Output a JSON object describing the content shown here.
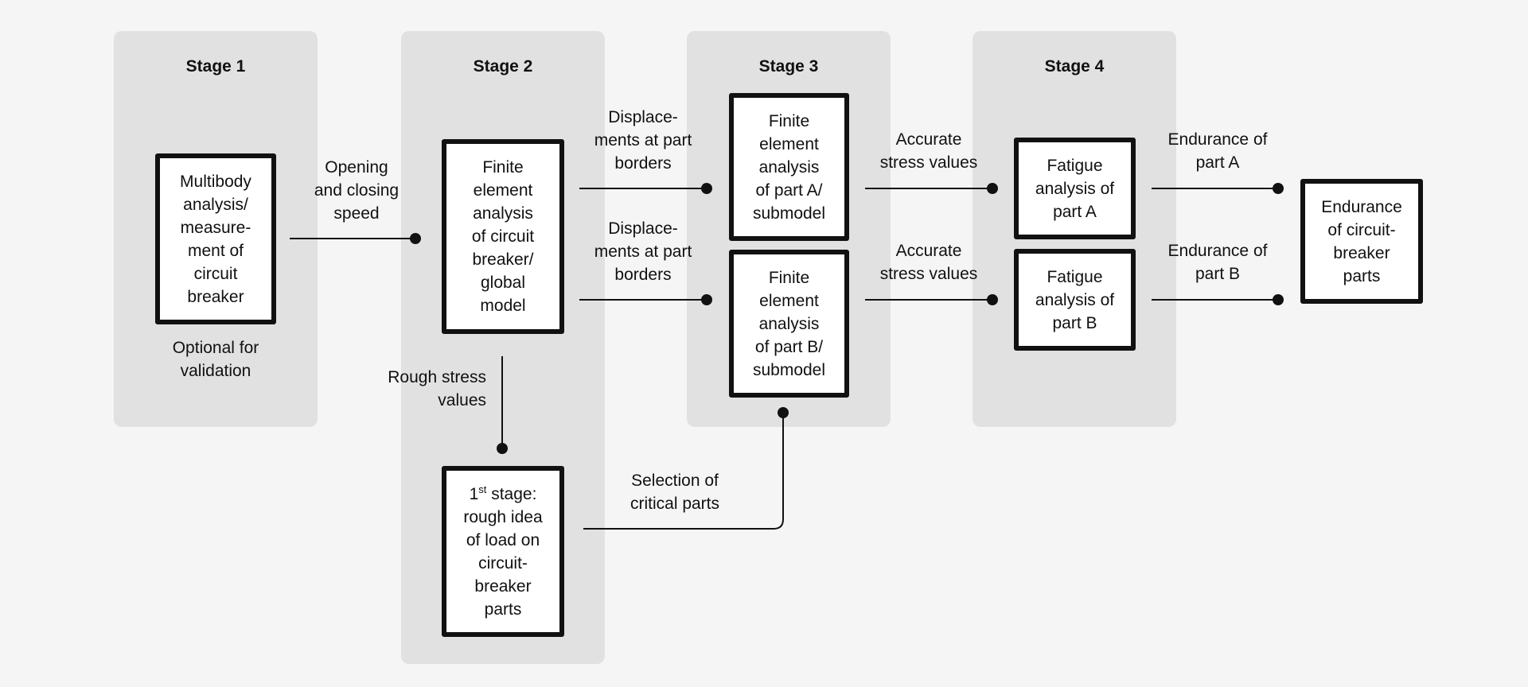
{
  "stages": [
    {
      "title": "Stage 1"
    },
    {
      "title": "Stage 2"
    },
    {
      "title": "Stage 3"
    },
    {
      "title": "Stage 4"
    }
  ],
  "boxes": {
    "multibody": "Multibody\nanalysis/\nmeasure-\nment of\ncircuit\nbreaker",
    "fea_global": "Finite\nelement\nanalysis\nof circuit\nbreaker/\nglobal\nmodel",
    "first_stage_sup": "st",
    "first_stage_num": "1",
    "first_stage_rest": " stage:\nrough idea\nof load on\ncircuit-\nbreaker\nparts",
    "fea_part_a": "Finite\nelement\nanalysis\nof part A/\nsubmodel",
    "fea_part_b": "Finite\nelement\nanalysis\nof part B/\nsubmodel",
    "fatigue_a": "Fatigue\nanalysis of\npart A",
    "fatigue_b": "Fatigue\nanalysis of\npart B",
    "endurance_total": "Endurance\nof circuit-\nbreaker\nparts"
  },
  "labels": {
    "opening_closing_speed": "Opening\nand closing\nspeed",
    "optional_validation": "Optional for\nvalidation",
    "displacements_a": "Displace-\nments at part\nborders",
    "displacements_b": "Displace-\nments at part\nborders",
    "rough_stress": "Rough stress\nvalues",
    "selection_critical": "Selection of\ncritical parts",
    "accurate_stress_a": "Accurate\nstress values",
    "accurate_stress_b": "Accurate\nstress values",
    "endurance_a": "Endurance of\npart A",
    "endurance_b": "Endurance of\npart B"
  }
}
